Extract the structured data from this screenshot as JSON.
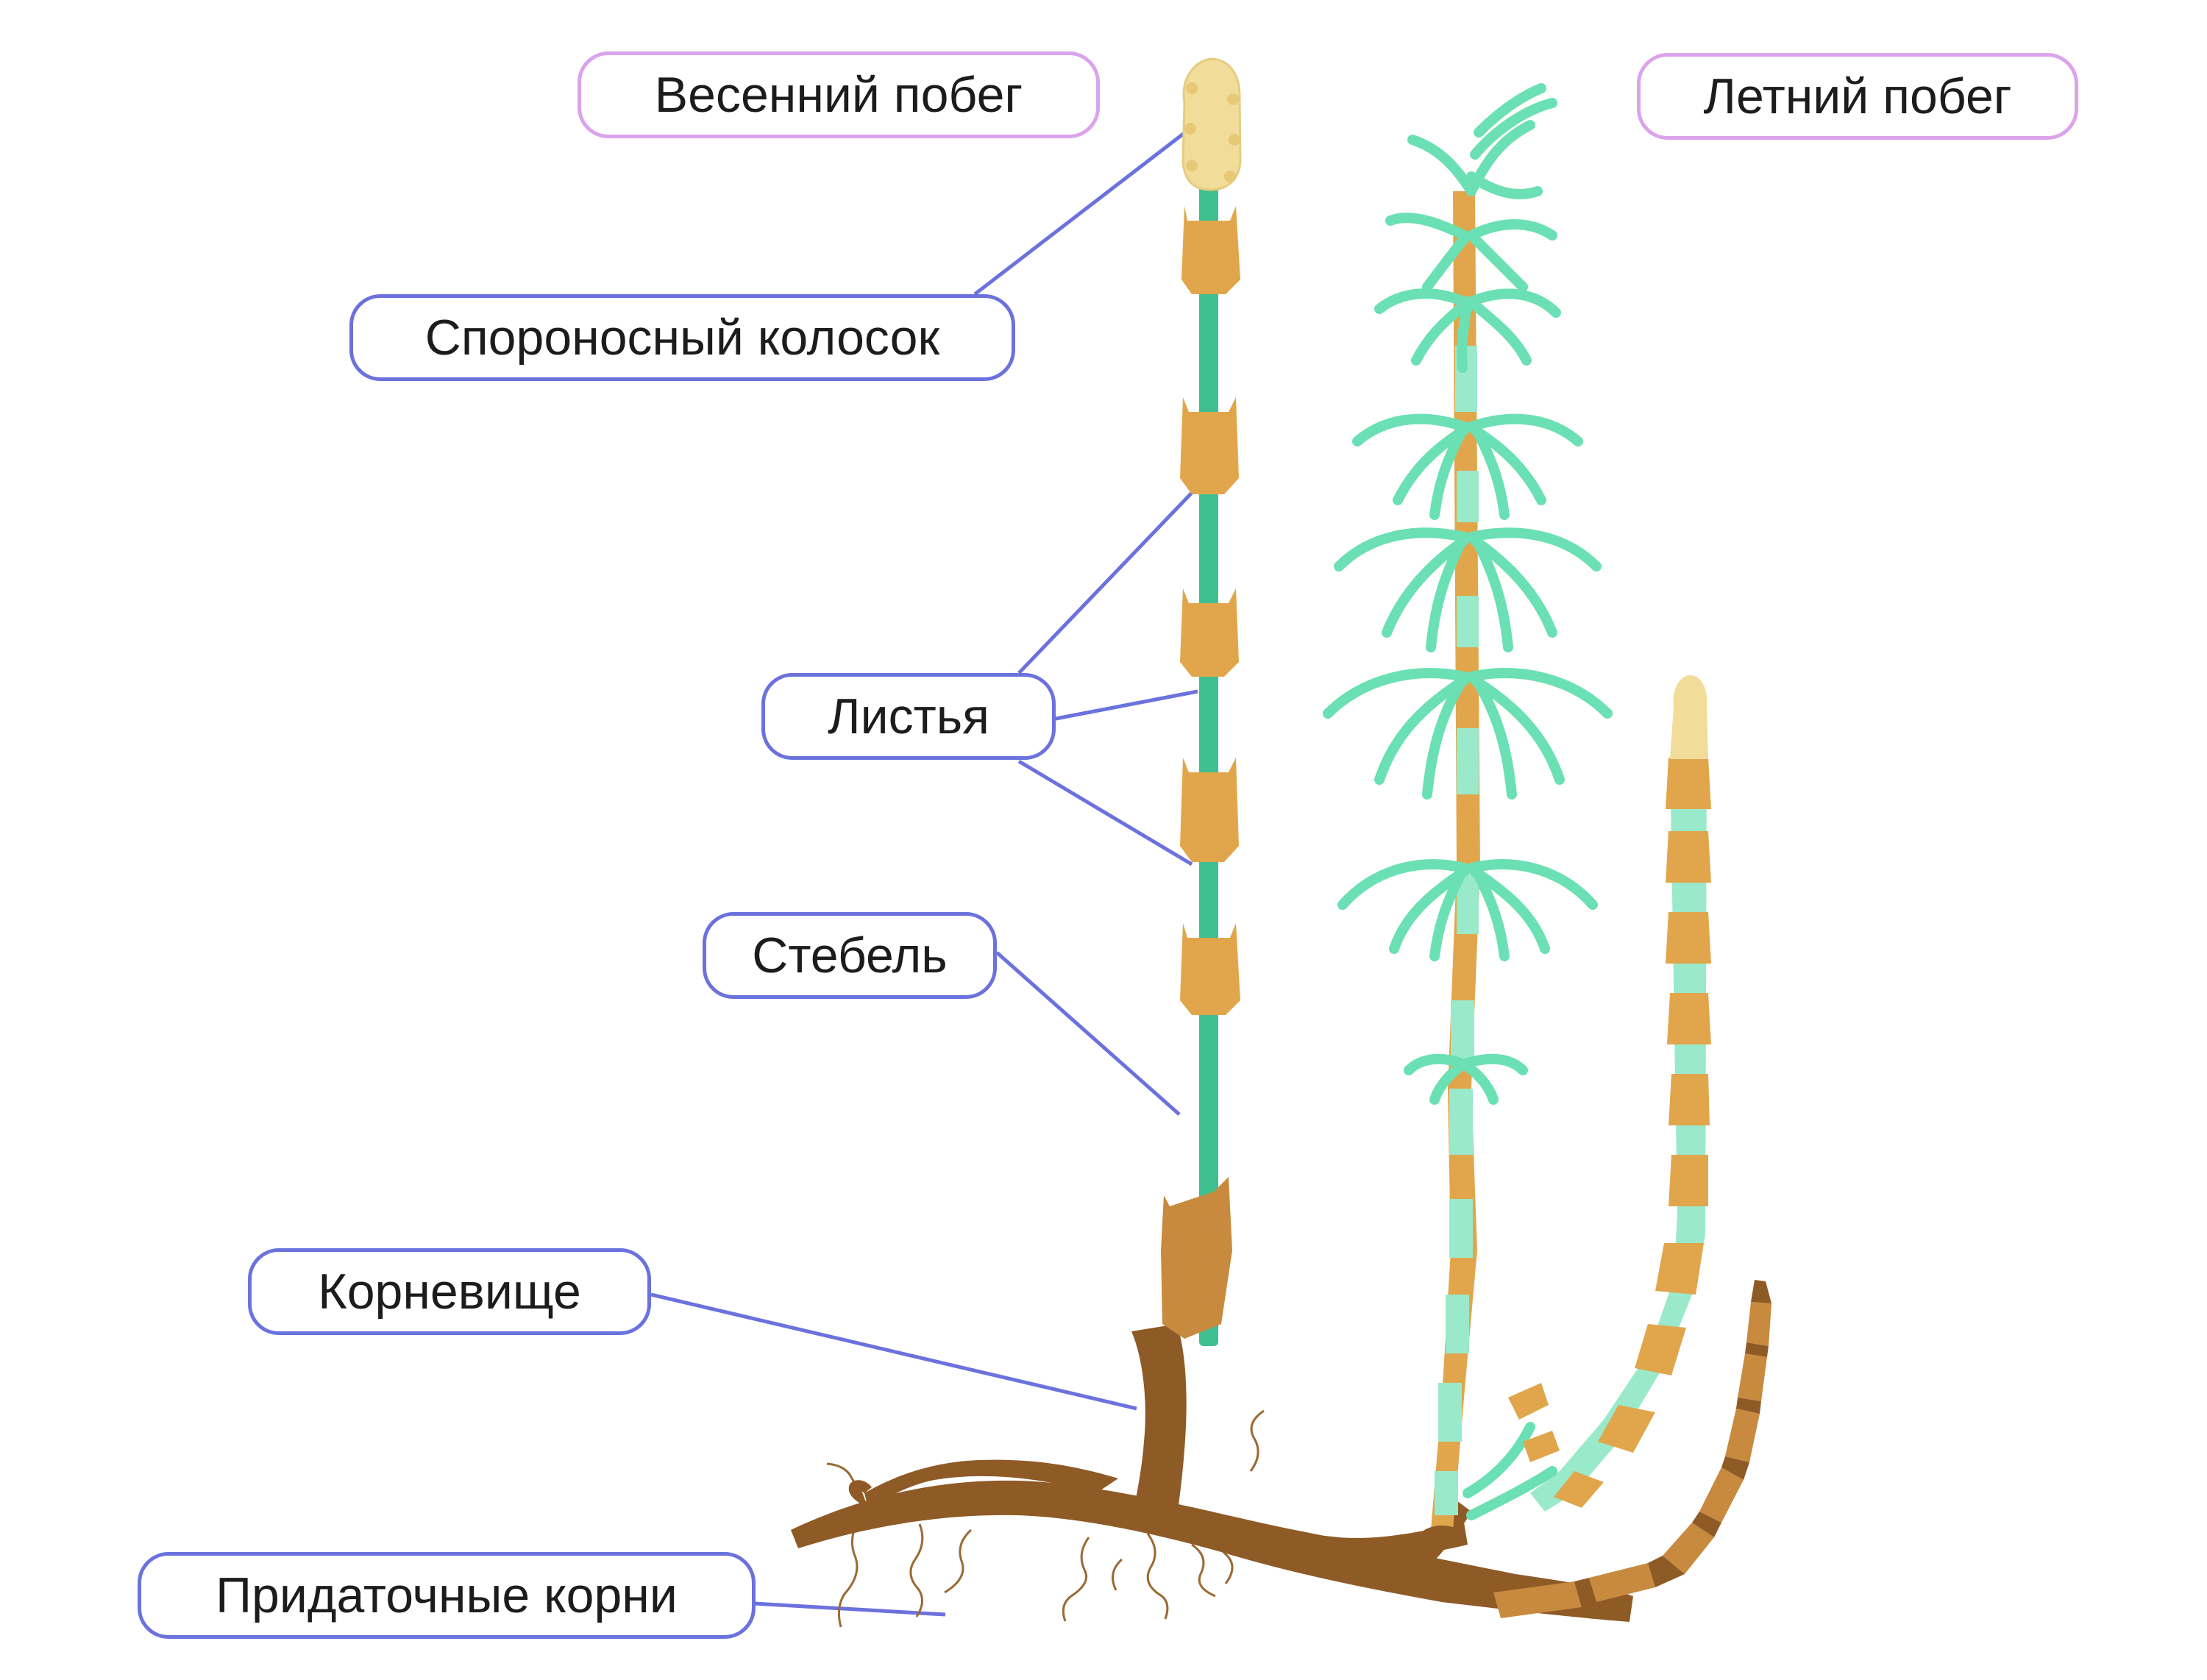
{
  "title": "",
  "shoot_labels": {
    "spring": "Весенний побег",
    "summer": "Летний побег"
  },
  "part_labels": {
    "spore_spike": "Спороносный колосок",
    "leaves": "Листья",
    "stem": "Стебель",
    "rhizome": "Корневище",
    "adventitious_roots": "Придаточные корни"
  },
  "colors": {
    "shoot_border": "#dba3ec",
    "part_border": "#6b72dd",
    "leader_line": "#6b72dd",
    "green_stem": "#3fbf8f",
    "branch_green": "#6ae0b4",
    "light_green": "#9ae9cb",
    "sheath_tan": "#e1a64b",
    "spike_yellow": "#f2dc9a",
    "rhizome_brown": "#8e5a26",
    "root_hair": "#9b6a33"
  }
}
